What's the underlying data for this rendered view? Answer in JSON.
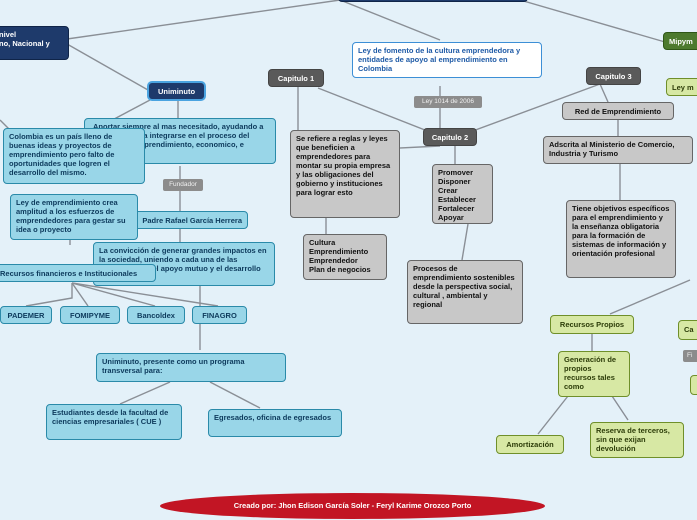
{
  "footer": "Creado por: Jhon Edison García Soler - Feryl Karime Orozco Porto",
  "nodes": {
    "nivel": "nivel\nno, Nacional y",
    "uniminuto": "Uniminuto",
    "ley_fomento": "Ley de fomento de la cultura emprendedora y entidades de apoyo al emprendimiento en Colombia",
    "ley_1014": "Ley 1014 de 2006",
    "capitulo1": "Capitulo 1",
    "capitulo2": "Capitulo 2",
    "capitulo3": "Capitulo 3",
    "mipymes": "Mipym",
    "ley_m": "Ley m",
    "red_emprendimiento": "Red de Emprendimiento",
    "adscrita": "Adscrita al Ministerio de Comercio, Industria y Turismo",
    "tiene_objetivos": "Tiene objetivos específicos para el emprendimiento y la enseñanza obligatoria para la formación de sistemas de información y orientación profesional",
    "se_refiere": "Se refiere a reglas y leyes que beneficien a emprendedores para montar su propia empresa y las obligaciones del gobierno y instituciones para lograr esto",
    "cultura": "Cultura\nEmprendimiento\nEmprendedor\nPlan de negocios",
    "promover": "Promover\nDisponer\nCrear\nEstablecer\nFortalecer\nApoyar",
    "procesos": "Procesos de emprendimiento sostenibles desde la perspectiva social, cultural , ambiental y regional",
    "aportar": "Aportar siempre al mas necesitado, ayudando a la comunidad a integrarse en el proceso del desarrollo, emprendimiento, economico, e impacto social",
    "colombia": "Colombia es un país lleno de buenas ideas y proyectos de emprendimiento pero falto de oportunidades que logren el desarrollo del mismo.",
    "fundador": "Fundador",
    "padre_rafael": "Padre Rafael García Herrera",
    "ley_emprendimiento": "Ley de emprendimiento crea amplitud a los esfuerzos de emprendedores para gestar su idea o proyecto",
    "conviccion": "La convicción de generar grandes impactos en la sociedad, uniendo a cada una de las personas para el apoyo mutuo y el desarrollo social",
    "recursos_fin": "Recursos financieros e Institucionales",
    "pademer": "PADEMER",
    "fomipyme": "FOMIPYME",
    "bancoldex": "Bancoldex",
    "finagro": "FINAGRO",
    "uniminuto_transversal": "Uniminuto, presente como un programa transversal para:",
    "estudiantes": "Estudiantes desde la facultad de ciencias empresariales ( CUE )",
    "egresados": "Egresados, oficina de egresados",
    "recursos_propios": "Recursos Propios",
    "generacion": "Generación de propios recursos tales como",
    "amortizacion": "Amortización",
    "reserva": "Reserva de terceros, sin que exijan devolución",
    "ca": "Ca",
    "fi": "Fi"
  }
}
